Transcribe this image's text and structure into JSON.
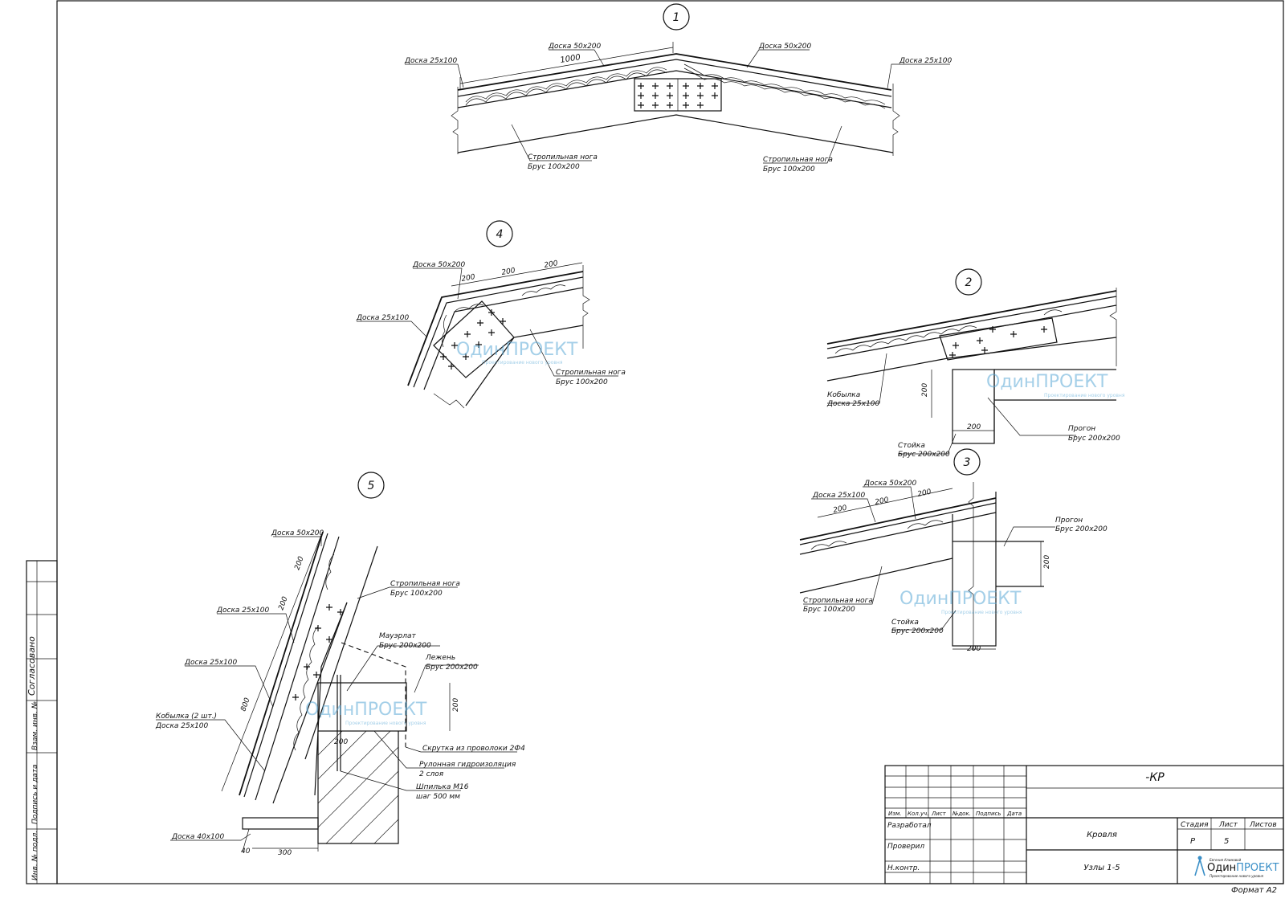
{
  "labels": {
    "n1": "1",
    "n2": "2",
    "n3": "3",
    "n4": "4",
    "n5": "5",
    "doska_50x200": "Доска 50х200",
    "doska_25x100": "Доска  25х100",
    "doska_40x100": "Доска  40х100",
    "strop_noga": "Стропильная нога",
    "brus_100x200": "Брус 100х200",
    "brus_200x200": "Брус 200х200",
    "kobylka": "Кобылка",
    "kobylka_2": "Кобылка (2 шт.)",
    "progon": "Прогон",
    "stoyka": "Стойка",
    "mauerlat": "Мауэрлат",
    "lezhen": "Лежень",
    "skrutka": "Скрутка из проволоки 2Ф4",
    "ruln_gidro": "Рулонная гидроизоляция",
    "two_layers": "2 слоя",
    "shpilka": "Шпилька М16",
    "shag": "шаг 500 мм"
  },
  "dims": {
    "d1000": "1000",
    "d200": "200",
    "d800": "800",
    "d300": "300",
    "d40": "40"
  },
  "watermark": {
    "main_a": "Один",
    "main_b": "ПРОЕКТ",
    "sub": "Проектирование нового уровня",
    "top": "Евгения Климовой"
  },
  "side_stamp": {
    "agreed": "Согласовано",
    "vzam": "Взам. инв. №",
    "podpis": "Подпись и дата",
    "inv": "Инв. № подл."
  },
  "title_block": {
    "code": "-КР",
    "izm": "Изм.",
    "kol": "Кол.уч.",
    "list": "Лист",
    "ndok": "№док.",
    "podp": "Подпись",
    "data": "Дата",
    "razrab": "Разработал",
    "prov": "Проверил",
    "nkontr": "Н.контр.",
    "krovlya": "Кровля",
    "uzly": "Узлы 1-5",
    "stadiya": "Стадия",
    "list_h": "Лист",
    "listov": "Листов",
    "stadiya_val": "Р",
    "list_val": "5"
  },
  "format": "Формат А2"
}
